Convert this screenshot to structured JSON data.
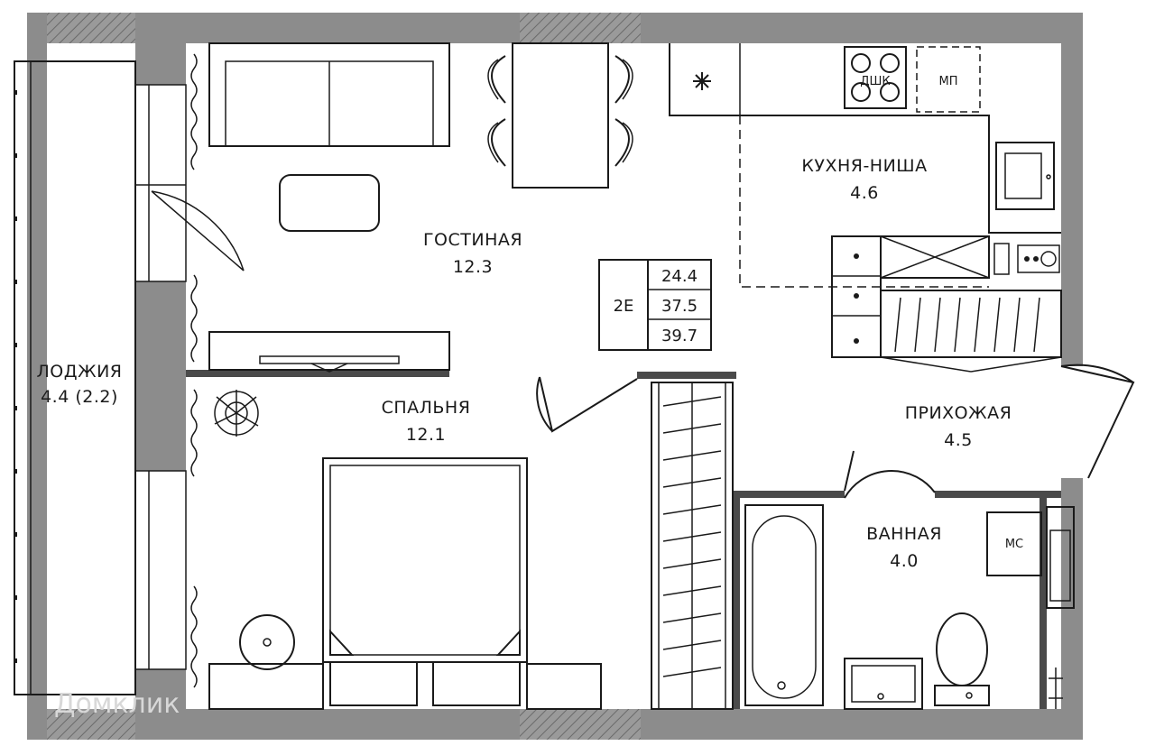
{
  "rooms": {
    "living": {
      "name": "ГОСТИНАЯ",
      "area": "12.3"
    },
    "kitchen": {
      "name": "КУХНЯ-НИША",
      "area": "4.6"
    },
    "bedroom": {
      "name": "СПАЛЬНЯ",
      "area": "12.1"
    },
    "hallway": {
      "name": "ПРИХОЖАЯ",
      "area": "4.5"
    },
    "bathroom": {
      "name": "ВАННАЯ",
      "area": "4.0"
    },
    "loggia": {
      "name": "ЛОДЖИЯ",
      "area": "4.4 (2.2)"
    }
  },
  "appliances": {
    "stove_label": "ДШК",
    "microwave_label": "МП",
    "washer_label": "МС"
  },
  "info_box": {
    "code": "2Е",
    "values": [
      "24.4",
      "37.5",
      "39.7"
    ]
  },
  "watermark": "Домклик",
  "colors": {
    "wall": "#8c8c8c",
    "line": "#1a1a1a",
    "background": "#ffffff"
  }
}
